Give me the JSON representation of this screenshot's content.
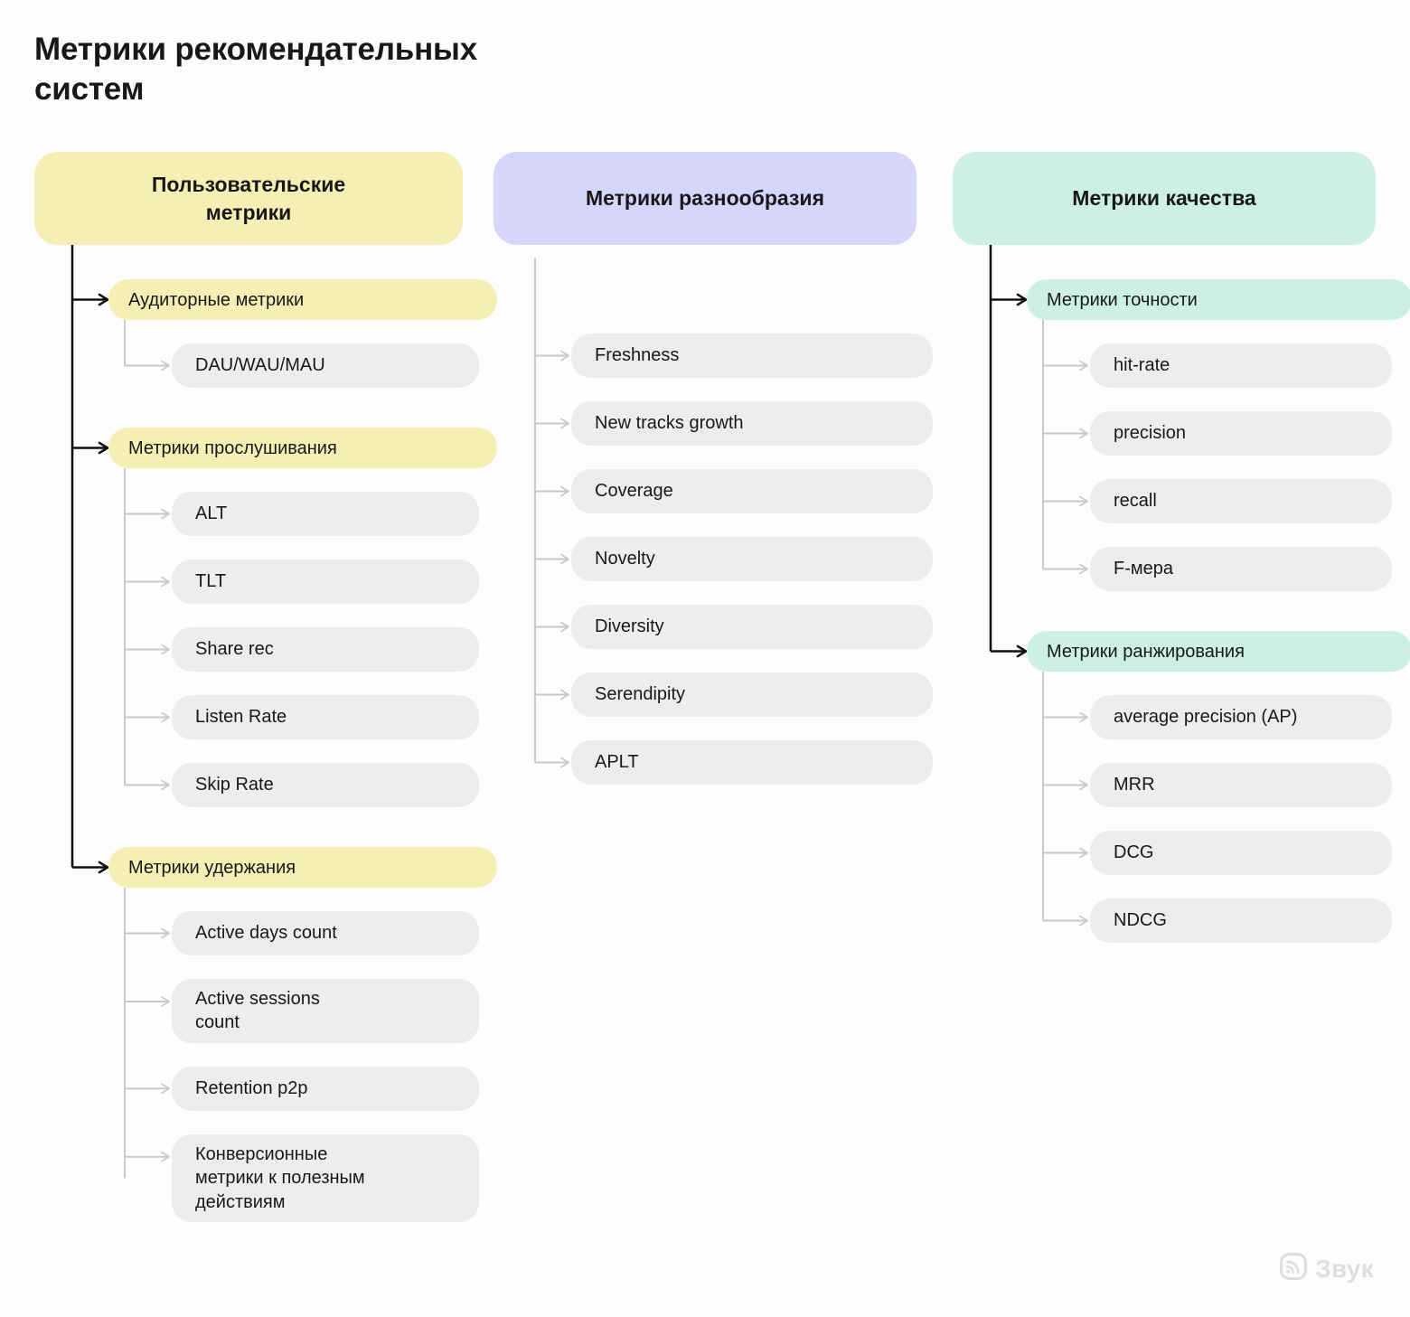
{
  "page": {
    "title": "Метрики рекомендательных\nсистем",
    "background_color": "#FDFDFD"
  },
  "logo": {
    "name": "Звук",
    "icon": "sound-wave-logo-icon",
    "color": "#DEDEDE"
  },
  "colors": {
    "user_metrics": "#F5EFB3",
    "diversity_metrics": "#D7D5FB",
    "quality_metrics": "#CCF0E6",
    "leaf": "#EDEDED",
    "text": "#18181B",
    "connector_dark": "#111111",
    "connector_light": "#C8C8C8"
  },
  "columns": [
    {
      "id": "user-metrics",
      "header": "Пользовательские\nметрики",
      "accent": "#F5EFB3",
      "groups": [
        {
          "title": "Аудиторные метрики",
          "items": [
            "DAU/WAU/MAU"
          ]
        },
        {
          "title": "Метрики прослушивания",
          "items": [
            "ALT",
            "TLT",
            "Share rec",
            "Listen Rate",
            "Skip Rate"
          ]
        },
        {
          "title": "Метрики удержания",
          "items": [
            "Active days count",
            "Active sessions\ncount",
            "Retention p2p",
            "Конверсионные\nметрики к полезным\nдействиям"
          ]
        }
      ]
    },
    {
      "id": "diversity-metrics",
      "header": "Метрики разнообразия",
      "accent": "#D7D5FB",
      "groups": [
        {
          "title": null,
          "items": [
            "Freshness",
            "New tracks growth",
            "Coverage",
            "Novelty",
            "Diversity",
            "Serendipity",
            "APLT"
          ]
        }
      ]
    },
    {
      "id": "quality-metrics",
      "header": "Метрики качества",
      "accent": "#CCF0E6",
      "groups": [
        {
          "title": "Метрики точности",
          "items": [
            "hit-rate",
            "precision",
            "recall",
            "F-мера"
          ]
        },
        {
          "title": "Метрики ранжирования",
          "items": [
            "average precision (AP)",
            "MRR",
            "DCG",
            "NDCG"
          ]
        }
      ]
    }
  ]
}
